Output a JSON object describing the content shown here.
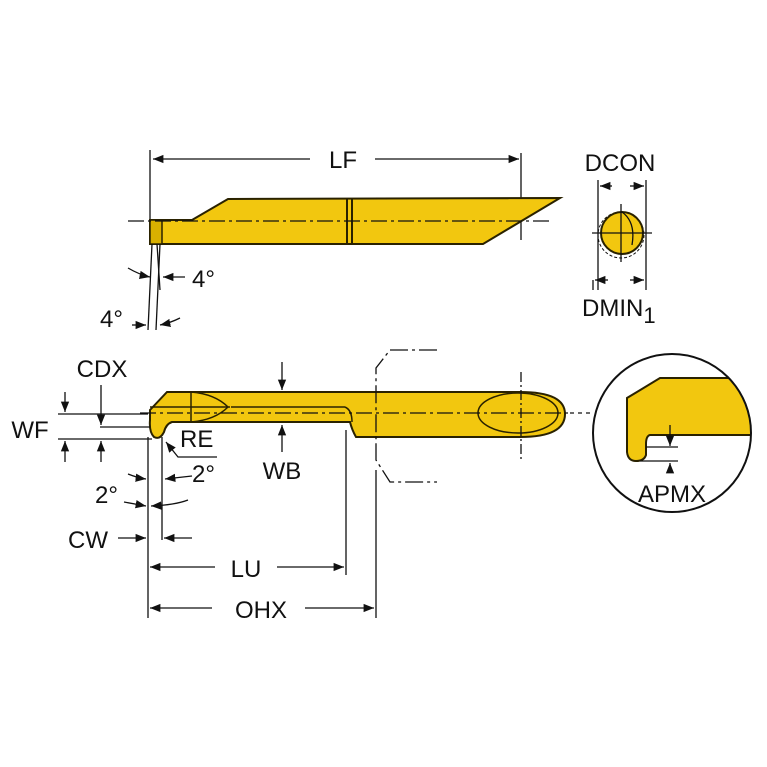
{
  "labels": {
    "lf": "LF",
    "dcon": "DCON",
    "dmin": "DMIN",
    "dmin_sub": "1",
    "angle_top_1": "4°",
    "angle_top_2": "4°",
    "cdx": "CDX",
    "wf": "WF",
    "re": "RE",
    "angle_side_1": "2°",
    "angle_side_2": "2°",
    "wb": "WB",
    "cw": "CW",
    "lu": "LU",
    "ohx": "OHX",
    "apmx": "APMX"
  },
  "colors": {
    "tool_body": "#f2c70f",
    "line": "#111111"
  }
}
